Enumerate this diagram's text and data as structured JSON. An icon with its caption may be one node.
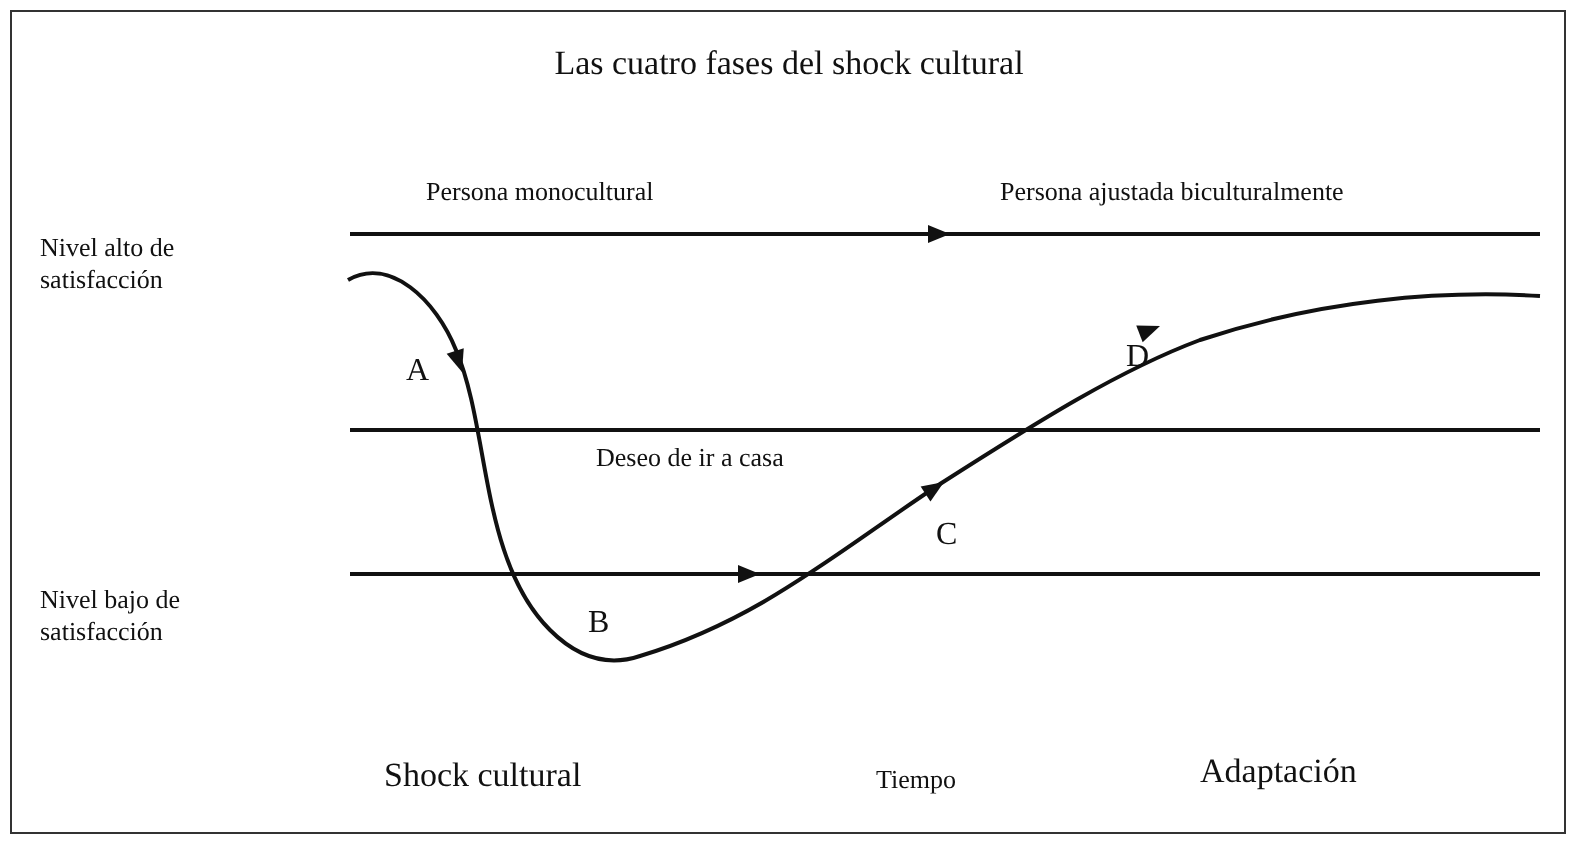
{
  "diagram": {
    "title": "Las cuatro fases del shock cultural",
    "labels": [
      "Persona monocultural",
      "Persona ajustada biculturalmente",
      "Nivel alto de satisfacción",
      "A",
      "D",
      "Deseo de ir a casa",
      "C",
      "B",
      "Nivel bajo de satisfacción",
      "Shock cultural",
      "Tiempo",
      "Adaptación"
    ]
  }
}
